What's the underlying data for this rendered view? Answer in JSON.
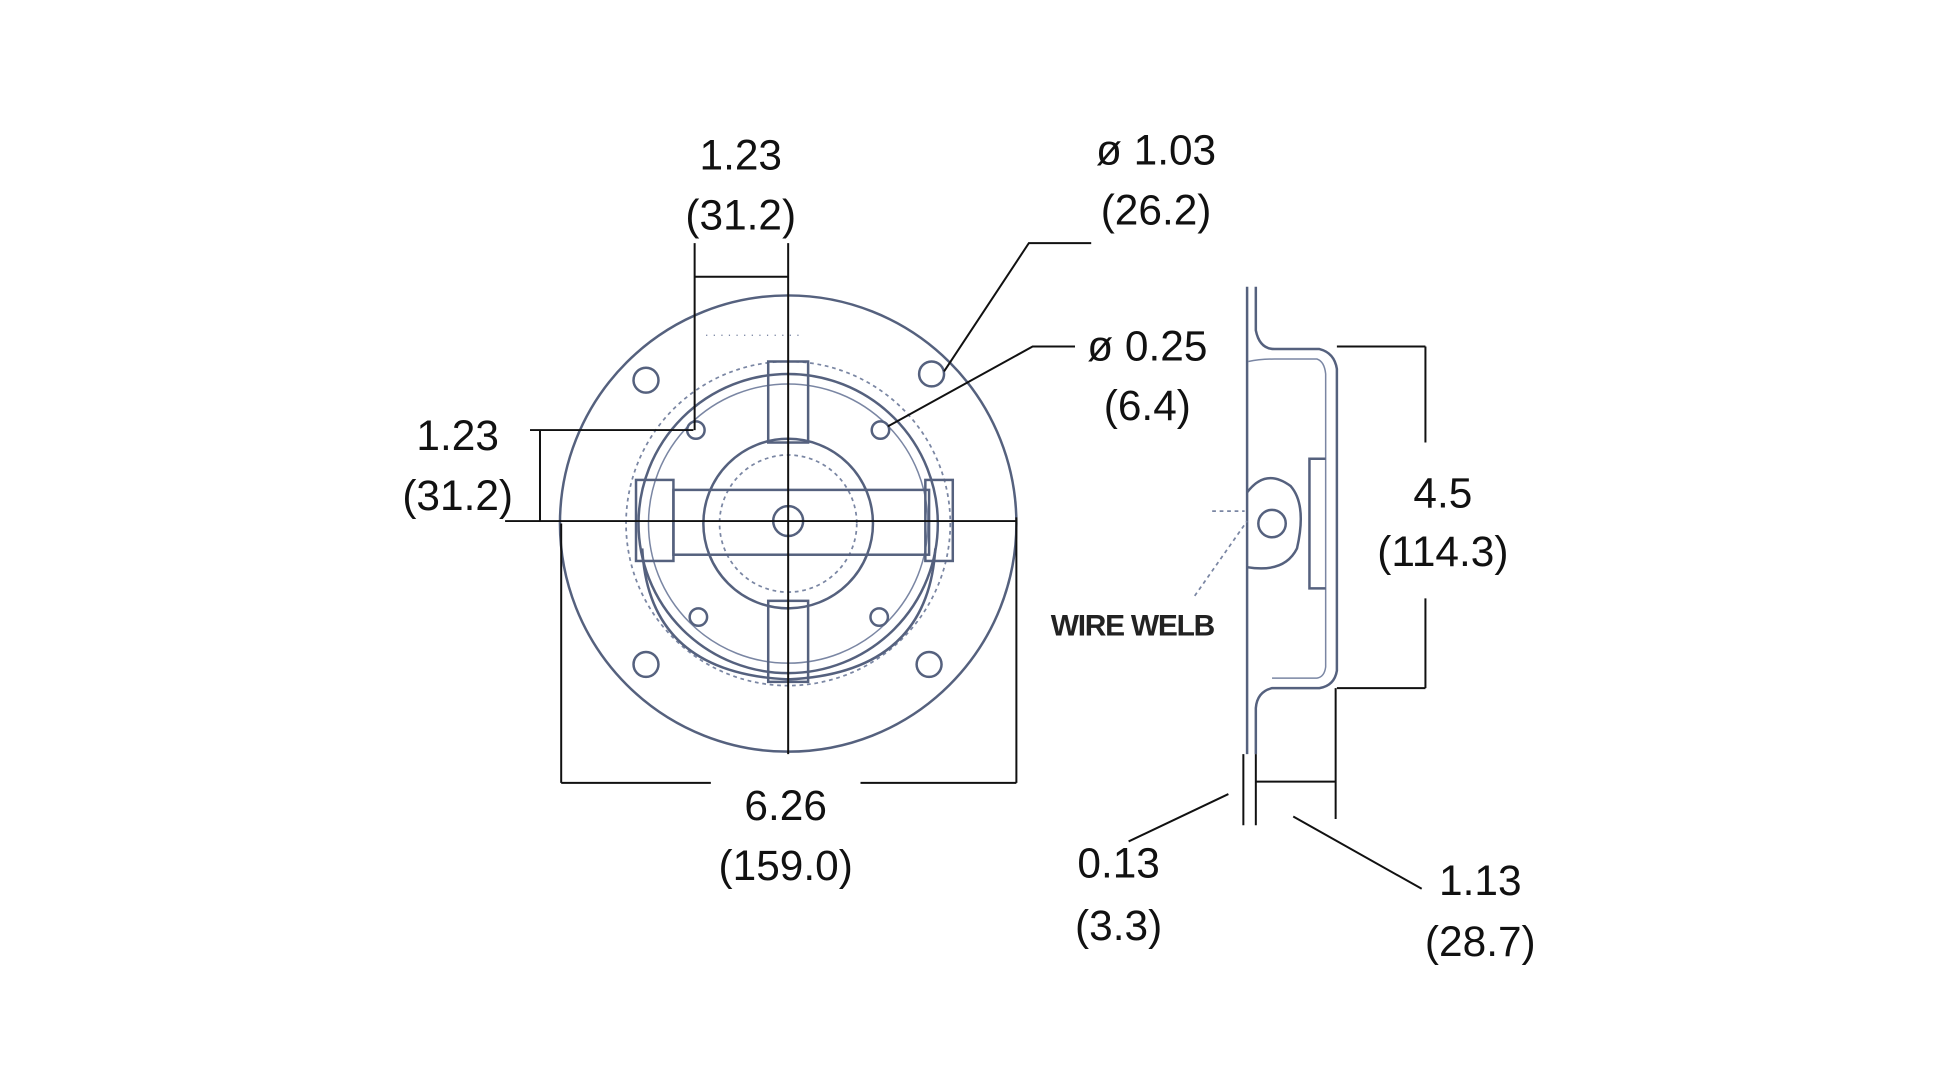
{
  "drawing": {
    "front_view": {
      "hole_spacing_top": {
        "in": "1.23",
        "mm": "(31.2)"
      },
      "hole_spacing_left": {
        "in": "1.23",
        "mm": "(31.2)"
      },
      "bolt_hole_diameter": {
        "in": "ø 1.03",
        "mm": "(26.2)"
      },
      "small_hole_diameter": {
        "in": "ø 0.25",
        "mm": "(6.4)"
      },
      "overall_diameter": {
        "in": "6.26",
        "mm": "(159.0)"
      }
    },
    "side_view": {
      "weld_label": "WIRE WELB",
      "recess_diameter": {
        "in": "4.5",
        "mm": "(114.3)"
      },
      "plate_thickness": {
        "in": "0.13",
        "mm": "(3.3)"
      },
      "depth": {
        "in": "1.13",
        "mm": "(28.7)"
      }
    }
  }
}
